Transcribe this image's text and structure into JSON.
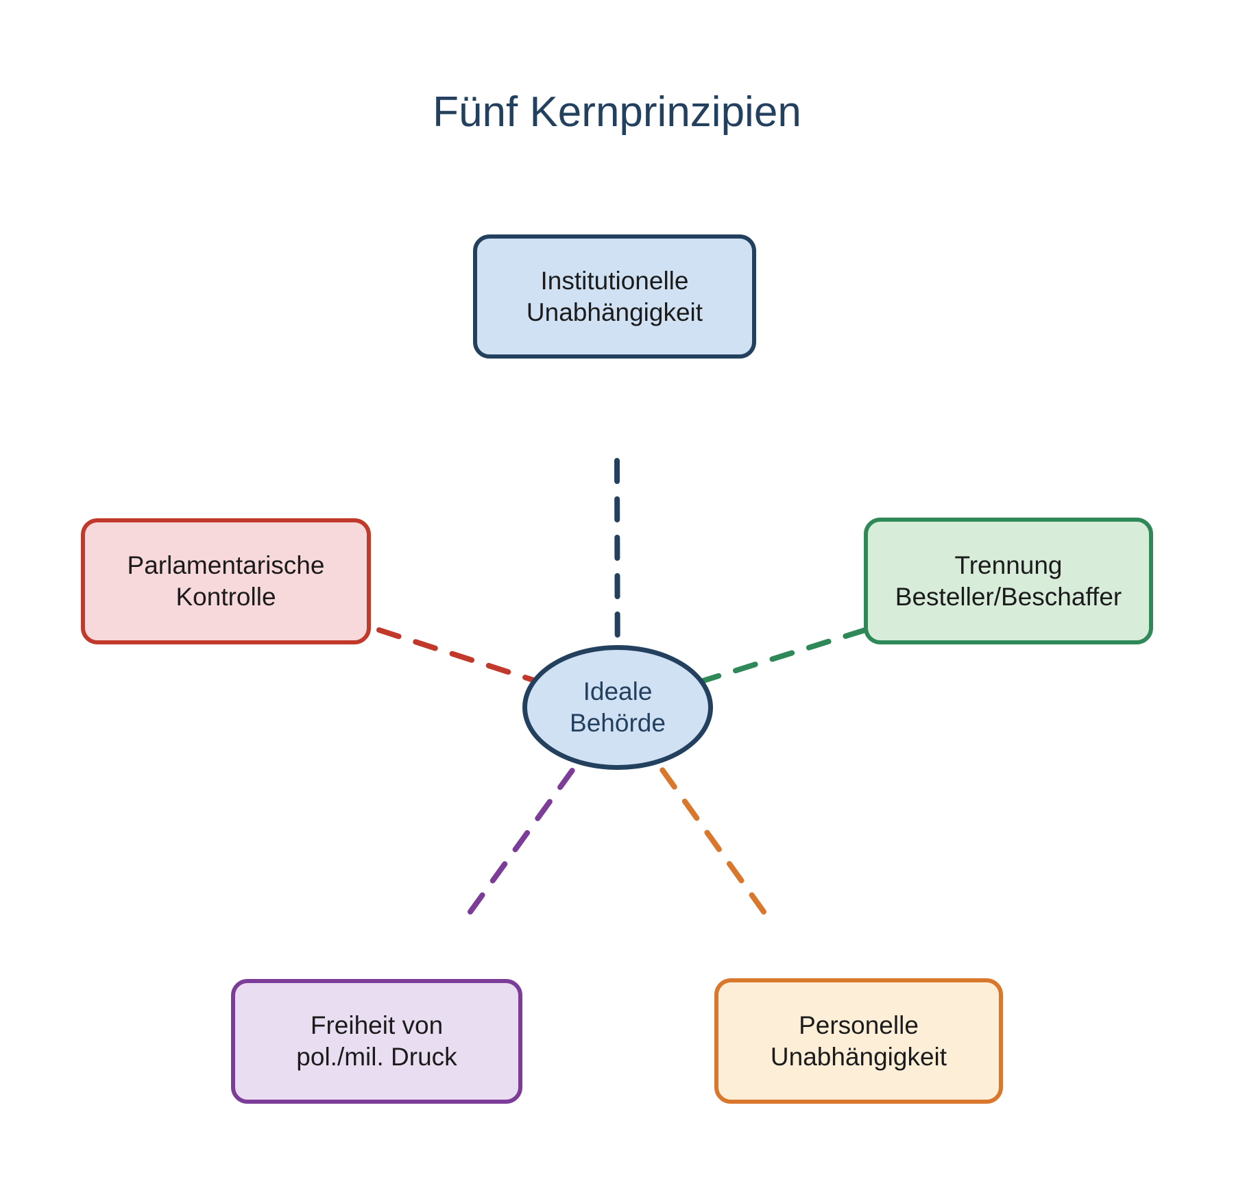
{
  "title": "Fünf Kernprinzipien",
  "colors": {
    "background": "#ffffff",
    "title": "#23405f"
  },
  "nodes": {
    "center": {
      "lines": [
        "Ideale",
        "Behörde"
      ],
      "fill": "#cfe1f2",
      "stroke": "#23405f",
      "text_color": "#23405f"
    },
    "top": {
      "lines": [
        "Institutionelle",
        "Unabhängigkeit"
      ],
      "fill": "#cfe1f2",
      "stroke": "#23405f",
      "text_color": "#1b1b1b"
    },
    "left": {
      "lines": [
        "Parlamentarische",
        "Kontrolle"
      ],
      "fill": "#f8d9db",
      "stroke": "#c0392b",
      "text_color": "#1b1b1b"
    },
    "right": {
      "lines": [
        "Trennung",
        "Besteller/Beschaffer"
      ],
      "fill": "#d8ecda",
      "stroke": "#2e8857",
      "text_color": "#1b1b1b"
    },
    "bottom_left": {
      "lines": [
        "Freiheit von",
        "pol./mil. Druck"
      ],
      "fill": "#e9def1",
      "stroke": "#7c3d99",
      "text_color": "#1b1b1b"
    },
    "bottom_right": {
      "lines": [
        "Personelle",
        "Unabhängigkeit"
      ],
      "fill": "#fdeed8",
      "stroke": "#d9782d",
      "text_color": "#1b1b1b"
    }
  },
  "connectors": {
    "top": {
      "color": "#23405f",
      "style": "dashed"
    },
    "left": {
      "color": "#c0392b",
      "style": "dashed"
    },
    "right": {
      "color": "#2e8857",
      "style": "dashed"
    },
    "bottom_left": {
      "color": "#7c3d99",
      "style": "dashed"
    },
    "bottom_right": {
      "color": "#d9782d",
      "style": "dashed"
    }
  }
}
